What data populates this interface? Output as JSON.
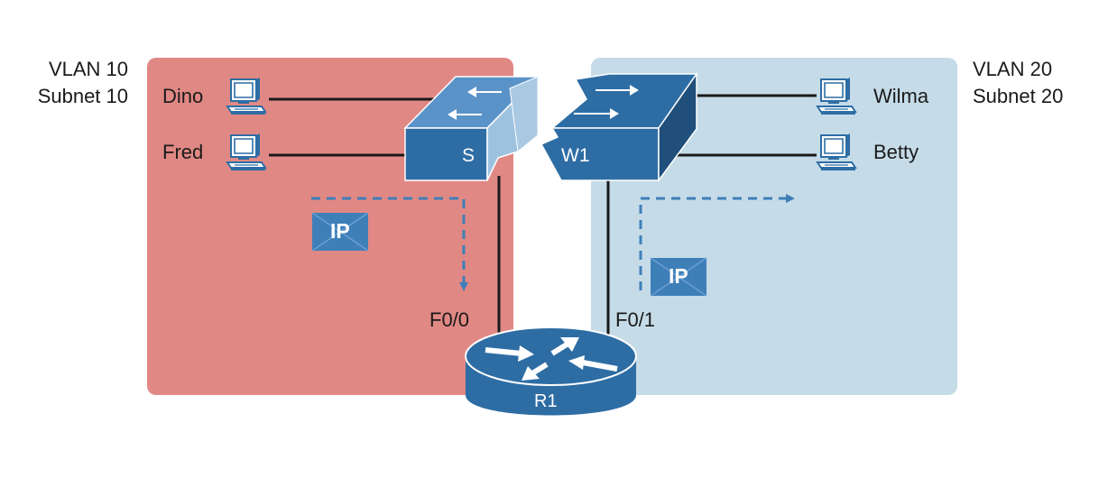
{
  "colors": {
    "vlan10_zone": "#e08884",
    "vlan20_zone": "#c5dbe8",
    "device_blue": "#2e6da4",
    "device_dark": "#1f4f7a",
    "device_light": "#5a93c8",
    "flow_arrow": "#3f7fb8",
    "cable": "#1a1a1a"
  },
  "vlan10": {
    "vlan_label": "VLAN 10",
    "subnet_label": "Subnet 10"
  },
  "vlan20": {
    "vlan_label": "VLAN 20",
    "subnet_label": "Subnet 20"
  },
  "hosts": {
    "dino": {
      "name": "Dino",
      "icon": "pc-icon"
    },
    "fred": {
      "name": "Fred",
      "icon": "pc-icon"
    },
    "wilma": {
      "name": "Wilma",
      "icon": "pc-icon"
    },
    "betty": {
      "name": "Betty",
      "icon": "pc-icon"
    }
  },
  "switch": {
    "name": "SW1",
    "name_left_visible": "S",
    "name_right_visible": "W1",
    "icon": "switch-icon"
  },
  "router": {
    "name": "R1",
    "icon": "router-icon"
  },
  "interfaces": {
    "left": "F0/0",
    "right": "F0/1"
  },
  "packets": {
    "label": "IP",
    "icon": "ip-packet-icon"
  }
}
